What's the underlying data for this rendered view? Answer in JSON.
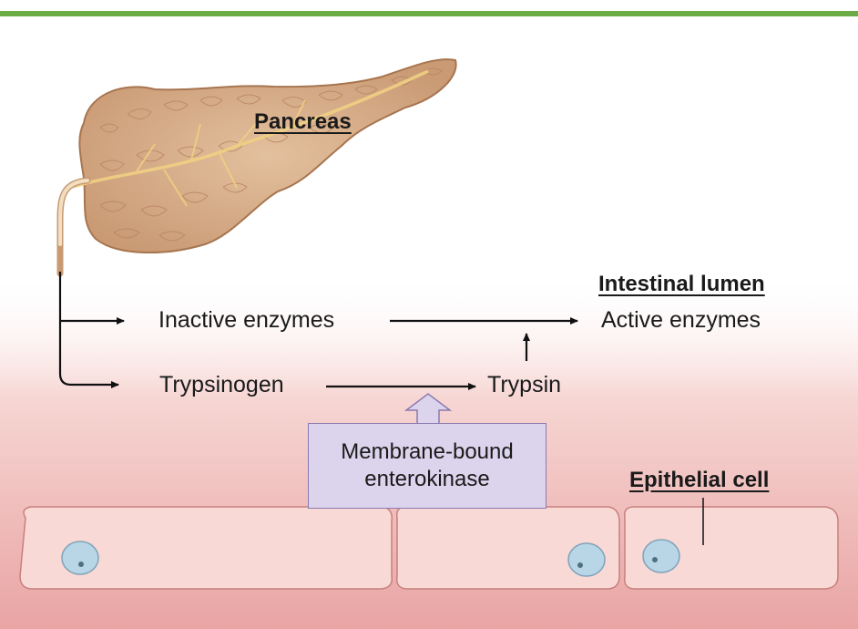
{
  "labels": {
    "pancreas": "Pancreas",
    "intestinal_lumen": "Intestinal lumen",
    "inactive_enzymes": "Inactive enzymes",
    "active_enzymes": "Active enzymes",
    "trypsinogen": "Trypsinogen",
    "trypsin": "Trypsin",
    "enterokinase_line1": "Membrane-bound",
    "enterokinase_line2": "enterokinase",
    "epithelial_cell": "Epithelial cell"
  },
  "colors": {
    "top_bar": "#6aab45",
    "pancreas_fill": "#d9b08c",
    "pancreas_duct": "#f2dfc2",
    "lumen_gradient_bottom": "#e9a4a4",
    "cell_fill": "#f8d9d6",
    "cell_stroke": "#c8807c",
    "nucleus_fill": "#b9d6e6",
    "enterokinase_fill": "#dcd3ec"
  }
}
